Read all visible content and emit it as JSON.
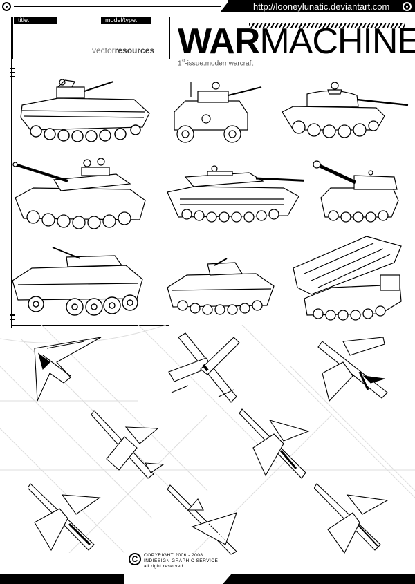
{
  "header": {
    "url": "http://looneylunatic.deviantart.com",
    "title_field_label": "title:",
    "model_field_label": "model/type:",
    "vector_prefix": "vector",
    "vector_suffix": "resources"
  },
  "title": {
    "bold_part": "WAR",
    "light_part": "MACHINE",
    "issue_number": "1",
    "issue_superscript": "st",
    "issue_text": "-issue:modernwarcraft"
  },
  "ground_vehicles": [
    "bmp-ifv",
    "armored-car",
    "t55-tank",
    "m60-tank",
    "m1-abrams-tank",
    "self-propelled-howitzer",
    "lav-apc",
    "bradley-ifv",
    "mlrs-launcher"
  ],
  "aircraft": [
    "b2-bomber",
    "a10-attack-jet",
    "ea6b-jet",
    "harrier-jet",
    "mirage-jet",
    "tornado-jet",
    "delta-jet",
    "mig23-jet"
  ],
  "footer": {
    "copyright_line": "COPYRIGHT 2006 - 2008",
    "company": "INDIESIGN GRAPHIC SERVICE",
    "rights": "all right reserved",
    "copyright_symbol": "C"
  }
}
